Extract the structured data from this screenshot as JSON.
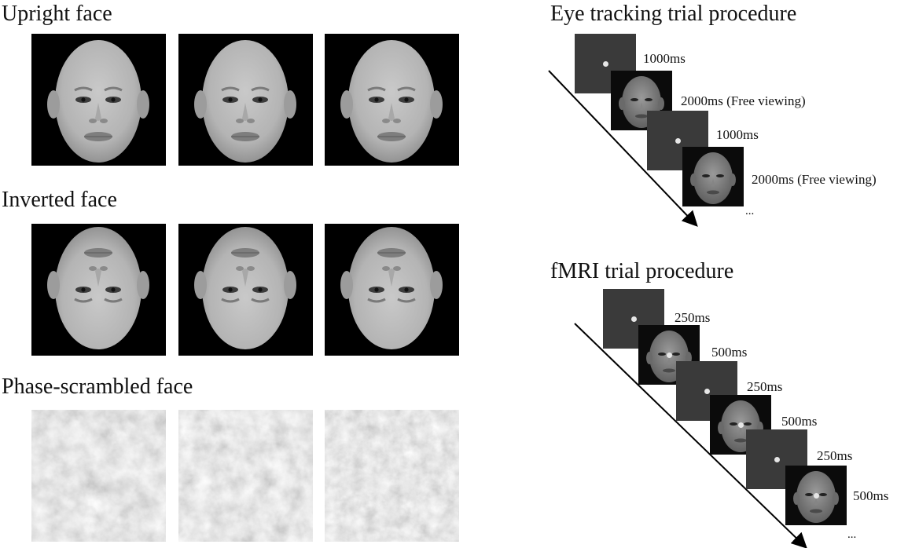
{
  "left": {
    "sections": [
      {
        "title": "Upright face"
      },
      {
        "title": "Inverted face"
      },
      {
        "title": "Phase-scrambled face"
      }
    ]
  },
  "eye_tracking": {
    "title": "Eye tracking trial procedure",
    "steps": [
      {
        "label": "1000ms",
        "kind": "fixation"
      },
      {
        "label": "2000ms (Free viewing)",
        "kind": "face"
      },
      {
        "label": "1000ms",
        "kind": "fixation"
      },
      {
        "label": "2000ms (Free viewing)",
        "kind": "face"
      }
    ],
    "ellipsis": "..."
  },
  "fmri": {
    "title": "fMRI trial procedure",
    "steps": [
      {
        "label": "250ms",
        "kind": "fixation"
      },
      {
        "label": "500ms",
        "kind": "face"
      },
      {
        "label": "250ms",
        "kind": "fixation"
      },
      {
        "label": "500ms",
        "kind": "face"
      },
      {
        "label": "250ms",
        "kind": "fixation"
      },
      {
        "label": "500ms",
        "kind": "face"
      }
    ],
    "ellipsis": "..."
  },
  "colors": {
    "fixation_bg": "#3a3a3a",
    "face_bg": "#0b0b0b",
    "dot": "#e6e6e6",
    "arrow": "#000000"
  }
}
